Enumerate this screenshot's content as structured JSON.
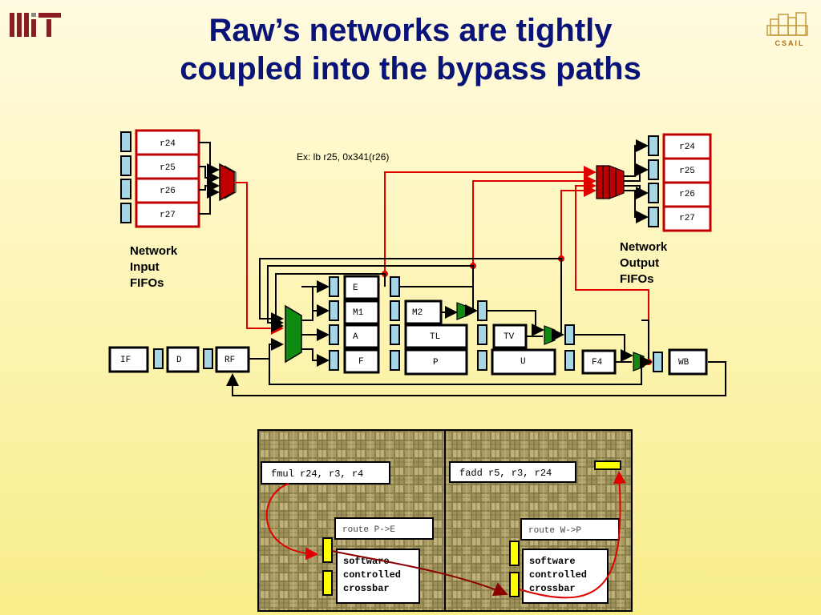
{
  "title_line1": "Raw’s networks are tightly",
  "title_line2": "coupled into the bypass paths",
  "logos": {
    "left": "MIT",
    "right": "CSAIL"
  },
  "example": "Ex: lb r25, 0x341(r26)",
  "input_regs": [
    "r24",
    "r25",
    "r26",
    "r27"
  ],
  "output_regs": [
    "r24",
    "r25",
    "r26",
    "r27"
  ],
  "network_input_label": [
    "Network",
    "Input",
    "FIFOs"
  ],
  "network_output_label": [
    "Network",
    "Output",
    "FIFOs"
  ],
  "pipeline": {
    "IF": "IF",
    "D": "D",
    "RF": "RF",
    "E": "E",
    "M1": "M1",
    "A": "A",
    "F": "F",
    "M2": "M2",
    "TL": "TL",
    "P": "P",
    "TV": "TV",
    "U": "U",
    "F4": "F4",
    "WB": "WB"
  },
  "tile_left": {
    "instr": "fmul r24, r3, r4",
    "route": "route P->E",
    "crossbar": [
      "software",
      "controlled",
      "crossbar"
    ]
  },
  "tile_right": {
    "instr": "fadd r5, r3, r24",
    "route": "route W->P",
    "crossbar": [
      "software",
      "controlled",
      "crossbar"
    ]
  },
  "colors": {
    "title": "#0a1478",
    "red": "#c00000",
    "green": "#108a10",
    "fifo": "#a6d6e6",
    "yellow": "#ffff00"
  }
}
